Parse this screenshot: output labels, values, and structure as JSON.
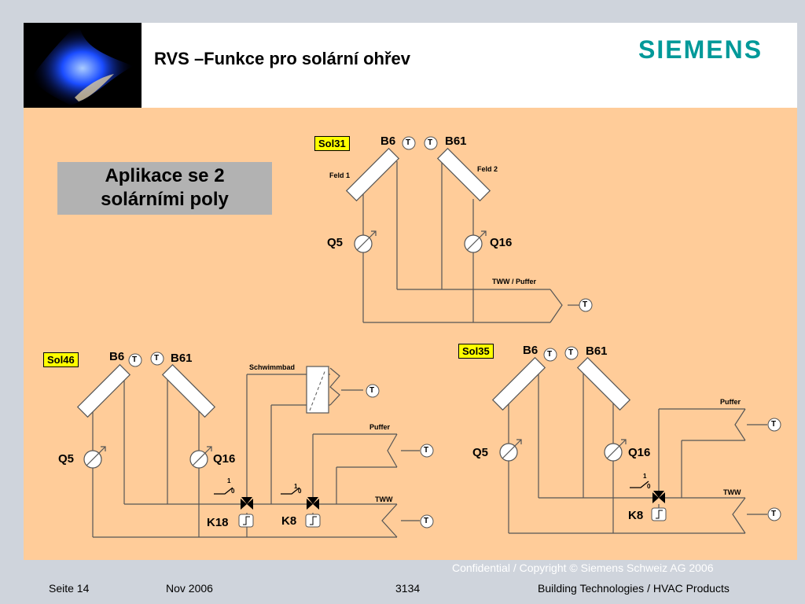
{
  "header": {
    "title": "RVS –Funkce pro solární ohřev",
    "logo_text": "SIEMENS",
    "logo_color": "#009999"
  },
  "intro_box": {
    "line1": "Aplikace se 2",
    "line2": "solárními poly"
  },
  "diagrams": {
    "sol31": {
      "tag": "Sol31",
      "b6": "B6",
      "b61": "B61",
      "field1": "Feld 1",
      "field2": "Feld 2",
      "q5": "Q5",
      "q16": "Q16",
      "storage": "TWW / Puffer"
    },
    "sol46": {
      "tag": "Sol46",
      "b6": "B6",
      "b61": "B61",
      "q5": "Q5",
      "q16": "Q16",
      "pool": "Schwimmbad",
      "puffer": "Puffer",
      "tww": "TWW",
      "k18": "K18",
      "k8": "K8"
    },
    "sol35": {
      "tag": "Sol35",
      "b6": "B6",
      "b61": "B61",
      "q5": "Q5",
      "q16": "Q16",
      "puffer": "Puffer",
      "tww": "TWW",
      "k8": "K8"
    },
    "sensor_letter": "T",
    "switch_one": "1",
    "switch_zero": "0"
  },
  "footer": {
    "confidential": "Confidential / Copyright © Siemens Schweiz AG 2006",
    "page": "Seite 14",
    "date": "Nov 2006",
    "doc_no": "3134",
    "division": "Building Technologies / HVAC Products"
  },
  "colors": {
    "panel": "#ffcc99",
    "tag": "#ffff00",
    "box": "#b2b2b2",
    "line": "#555555"
  }
}
